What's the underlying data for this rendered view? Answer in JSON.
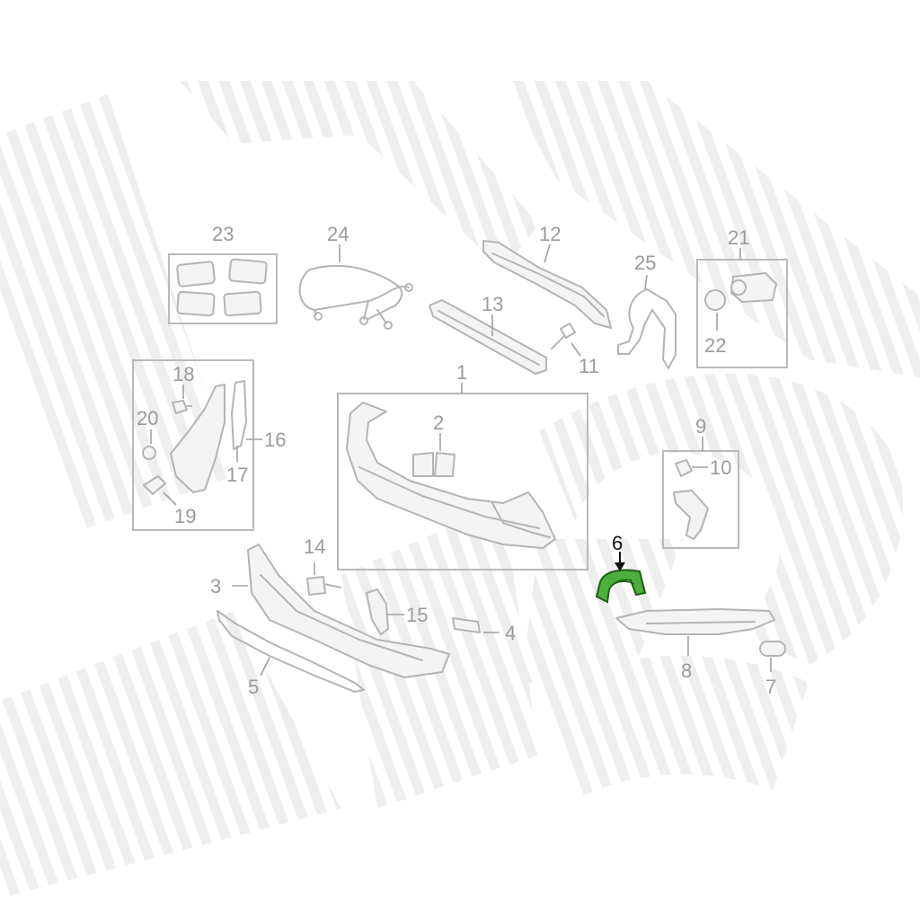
{
  "diagram": {
    "labels": {
      "p1": "1",
      "p2": "2",
      "p3": "3",
      "p4": "4",
      "p5": "5",
      "p6": "6",
      "p7": "7",
      "p8": "8",
      "p9": "9",
      "p10": "10",
      "p11": "11",
      "p12": "12",
      "p13": "13",
      "p14": "14",
      "p15": "15",
      "p16": "16",
      "p17": "17",
      "p18": "18",
      "p19": "19",
      "p20": "20",
      "p21": "21",
      "p22": "22",
      "p23": "23",
      "p24": "24",
      "p25": "25"
    },
    "highlighted_part": "6",
    "highlight_color": "#4caf3c",
    "label_color": "#9a9a9a",
    "watermark_color": "#ececec"
  }
}
